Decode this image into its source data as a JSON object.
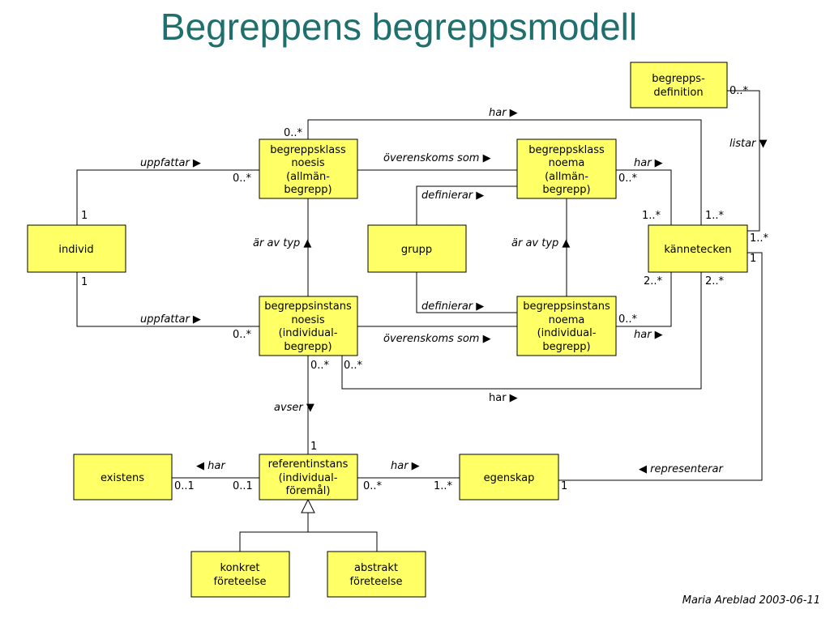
{
  "title": "Begreppens begreppsmodell",
  "boxes": {
    "begreppsdefinition": [
      "begrepps-",
      "definition"
    ],
    "klass_noesis": [
      "begreppsklass",
      "noesis",
      "(allmän-",
      "begrepp)"
    ],
    "klass_noema": [
      "begreppsklass",
      "noema",
      "(allmän-",
      "begrepp)"
    ],
    "individ": [
      "individ"
    ],
    "grupp": [
      "grupp"
    ],
    "kannetecken": [
      "kännetecken"
    ],
    "instans_noesis": [
      "begreppsinstans",
      "noesis",
      "(individual-",
      "begrepp)"
    ],
    "instans_noema": [
      "begreppsinstans",
      "noema",
      "(individual-",
      "begrepp)"
    ],
    "existens": [
      "existens"
    ],
    "referentinstans": [
      "referentinstans",
      "(individual-",
      "föremål)"
    ],
    "egenskap": [
      "egenskap"
    ],
    "konkret": [
      "konkret",
      "företeelse"
    ],
    "abstrakt": [
      "abstrakt",
      "företeelse"
    ]
  },
  "relations": {
    "har_top": "har ▶",
    "listar": "listar ▼",
    "uppfattar_1": "uppfattar ▶",
    "uppfattar_2": "uppfattar ▶",
    "overenskoms_1": "överenskoms som ▶",
    "overenskoms_2": "överenskoms som ▶",
    "har_noema_1": "har ▶",
    "har_noema_2": "har ▶",
    "definierar_1": "definierar ▶",
    "definierar_2": "definierar ▶",
    "ar_av_typ_1": "är av typ ▲",
    "ar_av_typ_2": "är av typ ▲",
    "avser": "avser ▼",
    "har_bottom": "har ▶",
    "har_existens": "◀ har",
    "har_egenskap": "har ▶",
    "representerar": "◀ representerar"
  },
  "multiplicities": {
    "m_def": "0..*",
    "m_noesis_top": "0..*",
    "m_noesis_left": "0..*",
    "m_individ_top": "1",
    "m_individ_bottom": "1",
    "m_inoesis_left": "0..*",
    "m_noema_right": "0..*",
    "m_kann_tl": "1..*",
    "m_kann_tr": "1..*",
    "m_kann_r1": "1..*",
    "m_kann_r2": "1",
    "m_kann_bl": "2..*",
    "m_kann_br": "2..*",
    "m_inoema_right": "0..*",
    "m_inoesis_b1": "0..*",
    "m_inoesis_b2": "0..*",
    "m_ref_top": "1",
    "m_exist": "0..1",
    "m_ref_left": "0..1",
    "m_ref_right": "0..*",
    "m_egen_left": "1..*",
    "m_egen_right": "1"
  },
  "footer": "Maria Areblad 2003-06-11"
}
